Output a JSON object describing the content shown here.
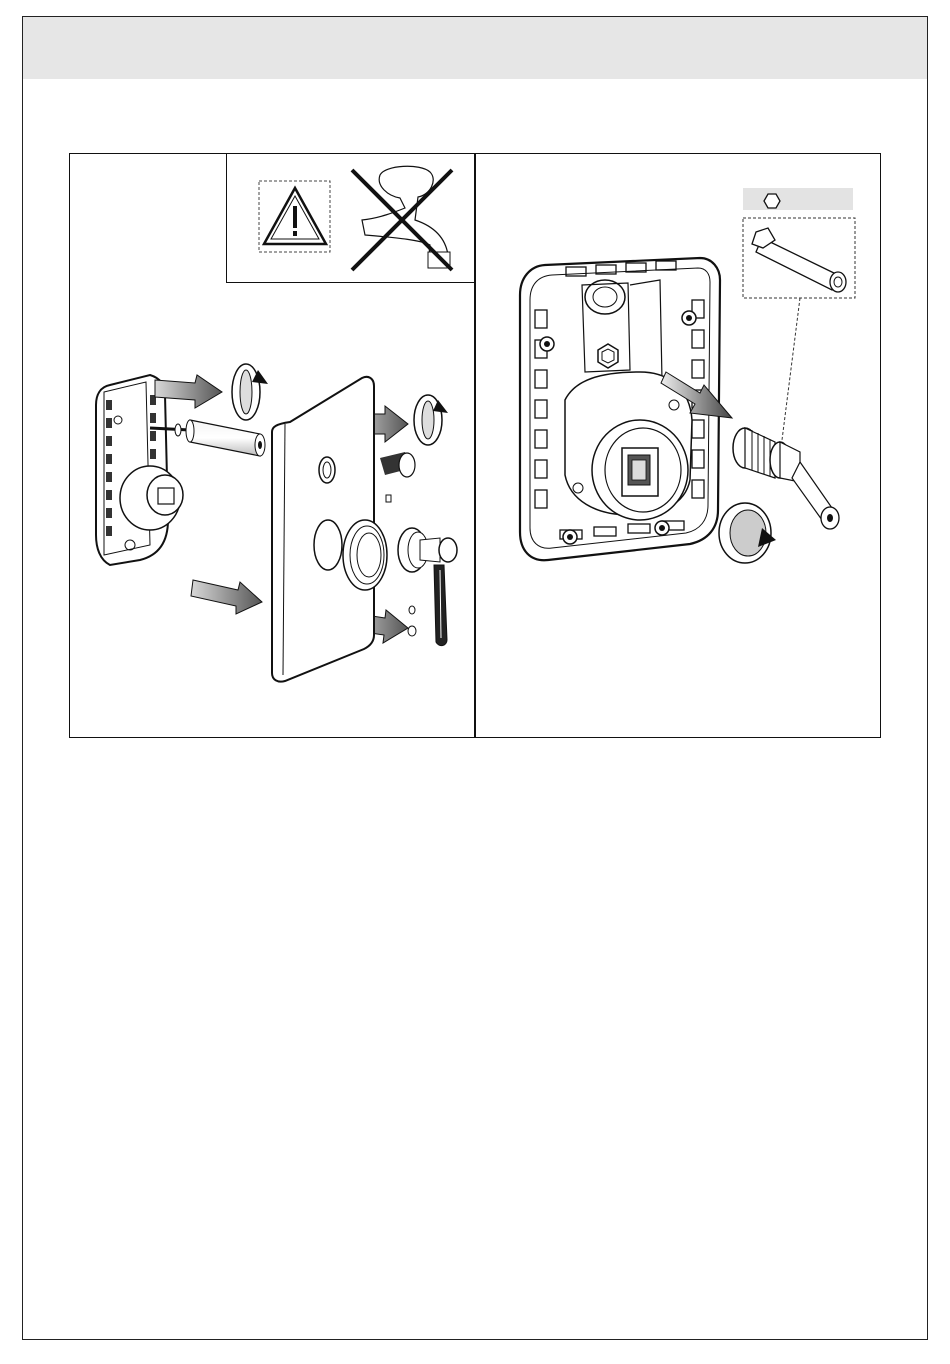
{
  "page": {
    "header_text": ""
  },
  "illustration": {
    "left_panel": {
      "warning_icon": "warning-triangle-icon",
      "prohibition_icon": "no-hand-on-handle-icon",
      "parts": [
        "wall-plate",
        "extension-sleeve",
        "cover-plate",
        "escutcheon-ring",
        "cap",
        "lever-handle",
        "grub-screw"
      ]
    },
    "right_panel": {
      "tool_icon": "hex-wrench-icon",
      "parts": [
        "valve-body-mounting-frame",
        "cartridge",
        "hex-socket-tool"
      ]
    }
  }
}
